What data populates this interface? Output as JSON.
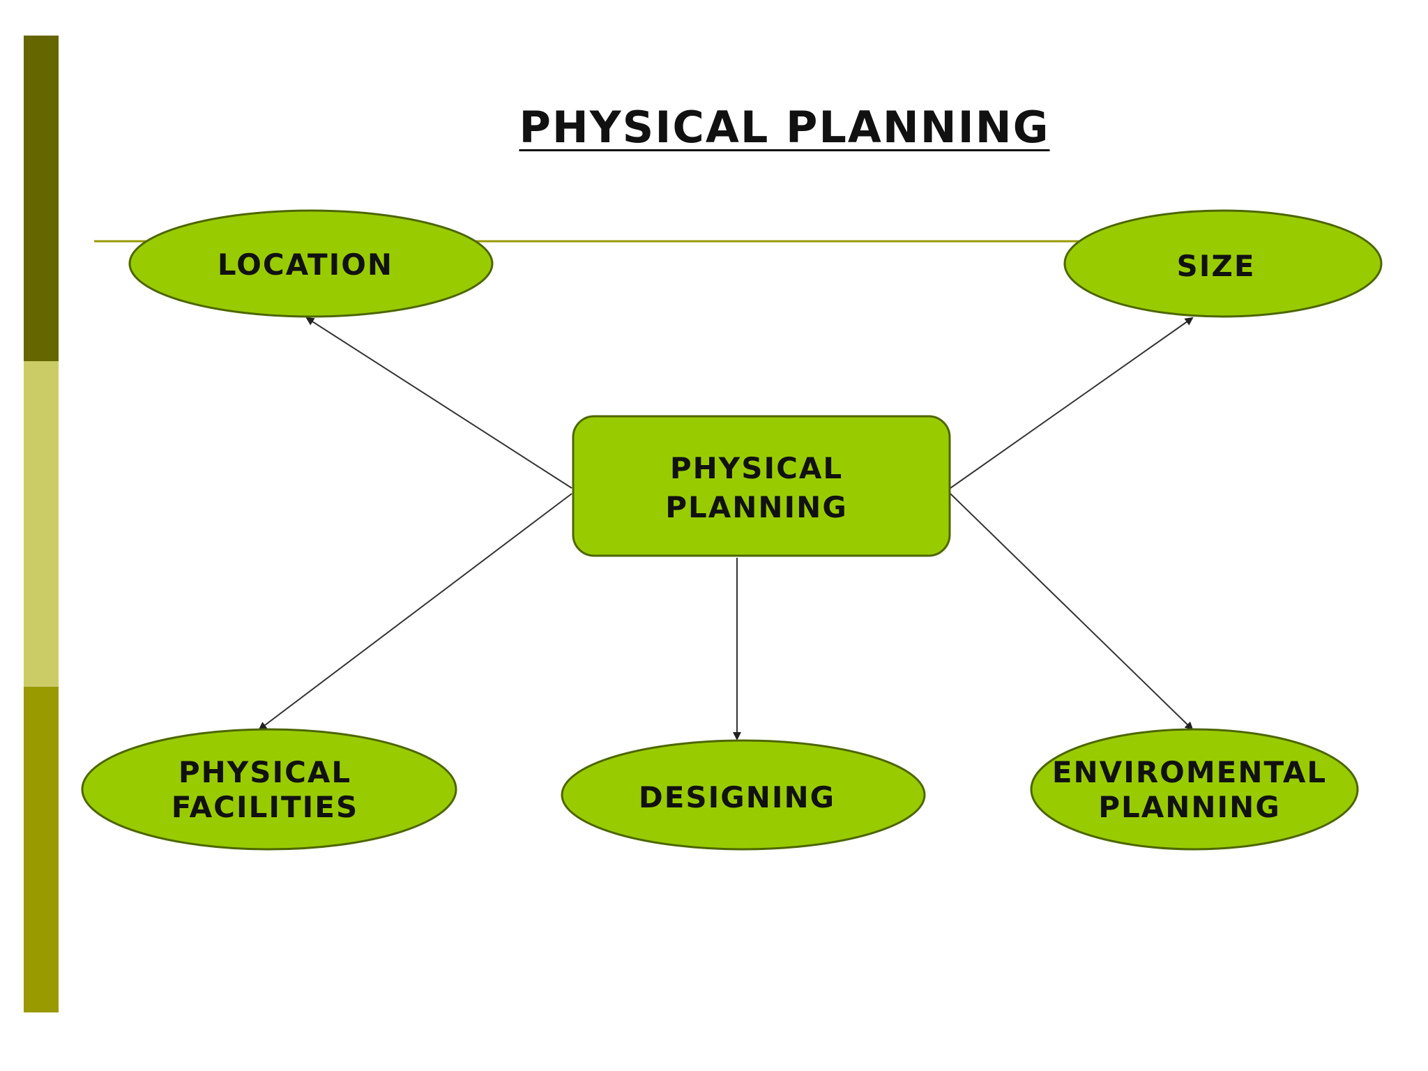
{
  "slide": {
    "title": "PHYSICAL PLANNING"
  },
  "diagram": {
    "center": {
      "lines": [
        "PHYSICAL",
        "PLANNING"
      ]
    },
    "nodes": {
      "location": {
        "lines": [
          "LOCATION"
        ]
      },
      "size": {
        "lines": [
          "SIZE"
        ]
      },
      "physical_facilities": {
        "lines": [
          "PHYSICAL",
          "FACILITIES"
        ]
      },
      "designing": {
        "lines": [
          "DESIGNING"
        ]
      },
      "environmental_planning": {
        "lines": [
          "ENVIROMENTAL",
          "PLANNING"
        ]
      }
    }
  },
  "colors": {
    "node_fill": "#99cc00",
    "node_stroke": "#4d6600",
    "connector": "#333333",
    "accent_line": "#999900",
    "bar_dark": "#666600",
    "bar_light": "#cccc66",
    "bar_mid": "#999900"
  }
}
